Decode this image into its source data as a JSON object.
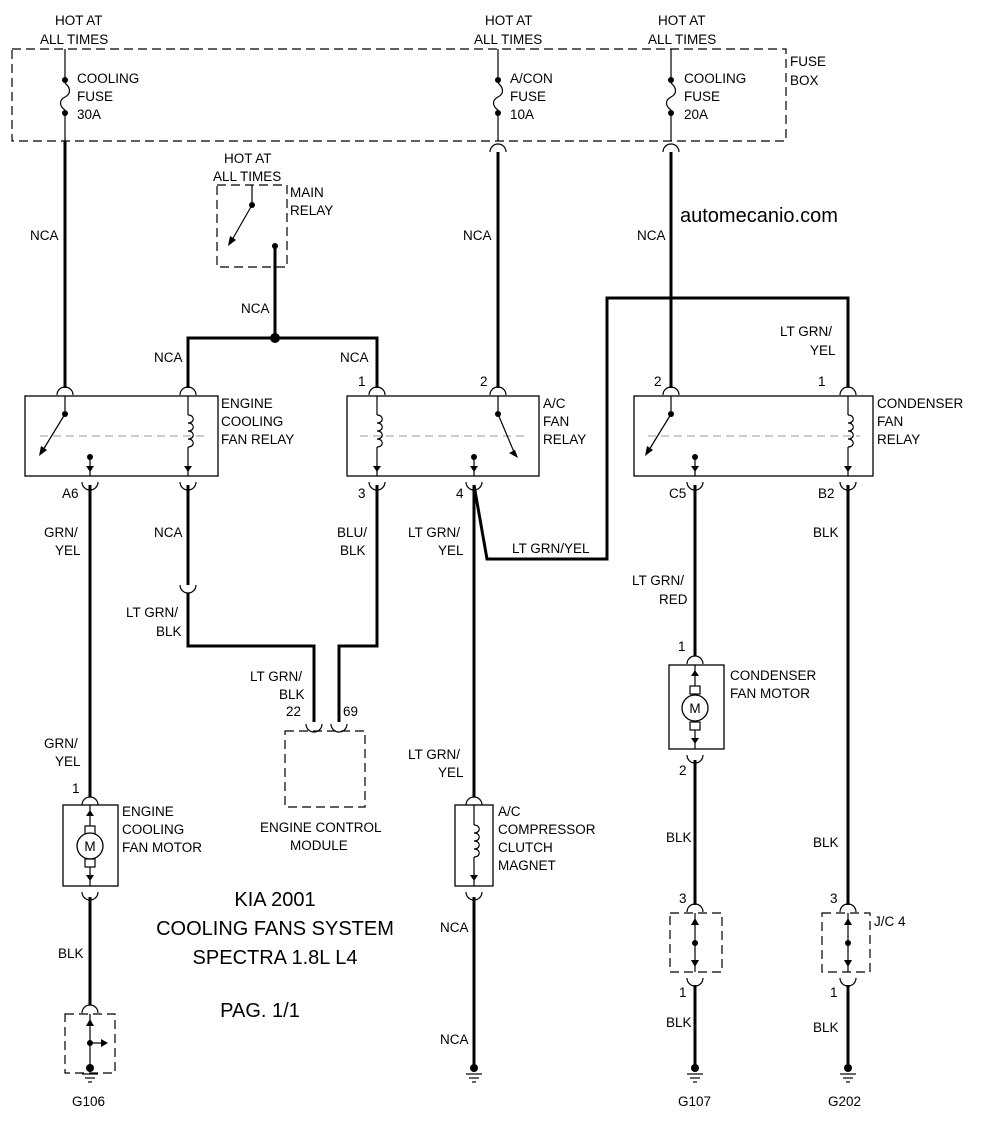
{
  "watermark": "automecanio.com",
  "title": {
    "line1": "KIA 2001",
    "line2": "COOLING FANS SYSTEM",
    "line3": "SPECTRA 1.8L L4",
    "page": "PAG. 1/1"
  },
  "power": {
    "hot_1": "HOT AT",
    "hot_2": "ALL TIMES"
  },
  "fuse_box": {
    "label_1": "FUSE",
    "label_2": "BOX",
    "fuses": [
      {
        "line1": "COOLING",
        "line2": "FUSE",
        "rating": "30A"
      },
      {
        "line1": "A/CON",
        "line2": "FUSE",
        "rating": "10A"
      },
      {
        "line1": "COOLING",
        "line2": "FUSE",
        "rating": "20A"
      }
    ]
  },
  "main_relay": {
    "label_1": "MAIN",
    "label_2": "RELAY"
  },
  "relays": {
    "engine": {
      "line1": "ENGINE",
      "line2": "COOLING",
      "line3": "FAN RELAY",
      "pin_a6": "A6"
    },
    "ac": {
      "line1": "A/C",
      "line2": "FAN",
      "line3": "RELAY",
      "pin_1": "1",
      "pin_2": "2",
      "pin_3": "3",
      "pin_4": "4"
    },
    "condenser": {
      "line1": "CONDENSER",
      "line2": "FAN",
      "line3": "RELAY",
      "pin_2": "2",
      "pin_1": "1",
      "pin_c5": "C5",
      "pin_b2": "B2"
    }
  },
  "wires": {
    "nca": "NCA",
    "grn_yel_1": "GRN/",
    "grn_yel_2": "YEL",
    "lt_grn_1": "LT GRN/",
    "blk": "BLK",
    "yel": "YEL",
    "red": "RED",
    "blu_1": "BLU/",
    "lt_grn_yel": "LT GRN/YEL"
  },
  "ecm": {
    "line1": "ENGINE CONTROL",
    "line2": "MODULE",
    "pin_22": "22",
    "pin_69": "69"
  },
  "motors": {
    "engine": {
      "line1": "ENGINE",
      "line2": "COOLING",
      "line3": "FAN MOTOR",
      "pin_1": "1",
      "symbol": "M"
    },
    "condenser": {
      "line1": "CONDENSER",
      "line2": "FAN MOTOR",
      "pin_1": "1",
      "pin_2": "2",
      "symbol": "M"
    }
  },
  "compressor": {
    "line1": "A/C",
    "line2": "COMPRESSOR",
    "line3": "CLUTCH",
    "line4": "MAGNET"
  },
  "junction": {
    "label": "J/C 4",
    "pin_3": "3",
    "pin_1": "1"
  },
  "grounds": {
    "g106": "G106",
    "g107": "G107",
    "g202": "G202"
  }
}
